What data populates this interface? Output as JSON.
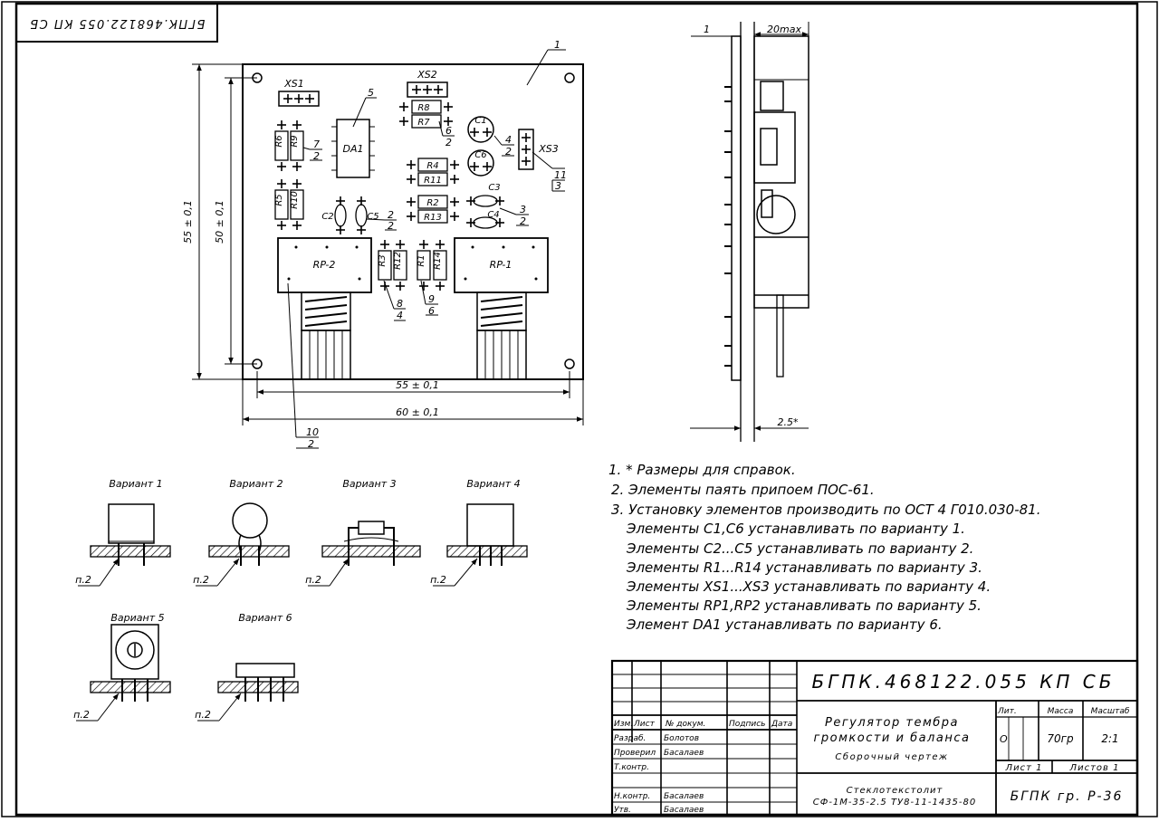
{
  "stamp_code_rotated": "БГПК.468122.055 КП СБ",
  "dimensions": {
    "height_outer": "55 ± 0,1",
    "height_inner": "50 ± 0,1",
    "width_inner": "55 ± 0,1",
    "width_outer": "60 ± 0,1",
    "side_max": "20max",
    "side_thickness": "2.5*"
  },
  "components": {
    "xs1": "XS1",
    "xs2": "XS2",
    "xs3": "XS3",
    "da1": "DA1",
    "r6": "R6",
    "r9": "R9",
    "r5": "R5",
    "r10": "R10",
    "r8": "R8",
    "r7": "R7",
    "r4": "R4",
    "r11": "R11",
    "r2": "R2",
    "r13": "R13",
    "r3": "R3",
    "r12": "R12",
    "r1": "R1",
    "r14": "R14",
    "c1": "C1",
    "c6": "C6",
    "c3": "C3",
    "c4": "C4",
    "c2": "C2",
    "c5": "C5",
    "rp2": "RP-2",
    "rp1": "RP-1"
  },
  "callouts": {
    "pos1": "1",
    "pos5": "5",
    "pos7": "7",
    "ref7": "2",
    "pos6": "6",
    "ref6": "2",
    "pos4": "4",
    "ref4": "2",
    "pos11": "11",
    "ref11": "3",
    "pos3": "3",
    "ref3": "2",
    "pos2": "2",
    "ref2": "2",
    "pos8": "8",
    "ref8": "4",
    "pos9": "9",
    "ref9": "6",
    "pos10": "10",
    "ref10": "2",
    "side_pos1": "1"
  },
  "variants": [
    {
      "label": "Вариант 1",
      "note": "п.2"
    },
    {
      "label": "Вариант 2",
      "note": "п.2"
    },
    {
      "label": "Вариант 3",
      "note": "п.2"
    },
    {
      "label": "Вариант 4",
      "note": "п.2"
    },
    {
      "label": "Вариант 5",
      "note": "п.2"
    },
    {
      "label": "Вариант 6",
      "note": "п.2"
    }
  ],
  "notes": [
    "1. * Размеры для справок.",
    "2. Элементы паять припоем ПОС-61.",
    "3. Установку элементов производить по ОСТ 4 Г010.030-81.",
    "Элементы С1,С6 устанавливать по варианту 1.",
    "Элементы С2...С5 устанавливать по варианту 2.",
    "Элементы R1...R14 устанавливать по варианту 3.",
    "Элементы XS1...XS3 устанавливать по варианту 4.",
    "Элементы RP1,RP2 устанавливать по варианту 5.",
    "Элемент DA1 устанавливать по варианту 6."
  ],
  "title_block": {
    "code": "БГПК.468122.055 КП СБ",
    "name_line1": "Регулятор тембра",
    "name_line2": "громкости и баланса",
    "doc_type": "Сборочный чертеж",
    "material_line1": "Стеклотекстолит",
    "material_line2": "СФ-1М-35-2.5 ТУ8-11-1435-80",
    "org": "БГПК гр. Р-36",
    "hdr_izm": "Изм.",
    "hdr_list": "Лист",
    "hdr_doc": "№ докум.",
    "hdr_sign": "Подпись",
    "hdr_date": "Дата",
    "role_razrab": "Разраб.",
    "name_razrab": "Болотов",
    "role_prov": "Проверил",
    "name_prov": "Басалаев",
    "role_tkontr": "Т.контр.",
    "role_nkontr": "Н.контр.",
    "name_nkontr": "Басалаев",
    "role_utv": "Утв.",
    "name_utv": "Басалаев",
    "hdr_lit": "Лит.",
    "hdr_mass": "Масса",
    "hdr_scale": "Масштаб",
    "lit": "О",
    "mass": "70гр",
    "scale": "2:1",
    "sheet": "Лист 1",
    "sheets": "Листов 1"
  }
}
